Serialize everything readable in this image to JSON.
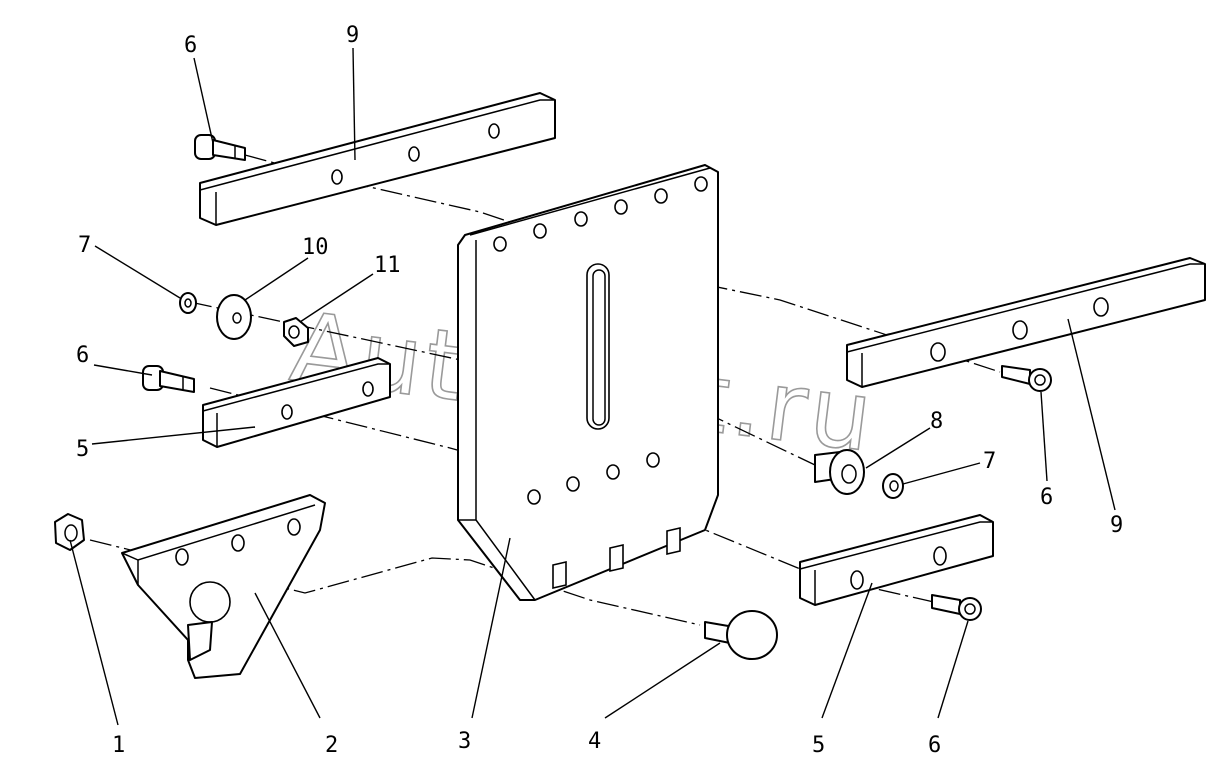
{
  "diagram": {
    "callouts": {
      "c6_top": "6",
      "c9_top": "9",
      "c7_left": "7",
      "c10": "10",
      "c11": "11",
      "c6_left": "6",
      "c5_left": "5",
      "c8": "8",
      "c7_right": "7",
      "c6_right": "6",
      "c9_right": "9",
      "c1": "1",
      "c2": "2",
      "c3": "3",
      "c4": "4",
      "c5_bottom": "5",
      "c6_bottom": "6"
    },
    "watermark": "AutoSoft.ru"
  }
}
